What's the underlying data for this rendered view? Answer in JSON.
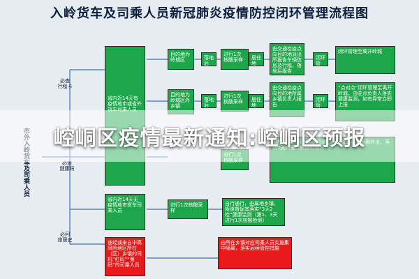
{
  "title": "入岭货车及司乘人员新冠肺炎疫情防控闭环管理流程图",
  "left_group_label": "市外入岭货车及司乘人员",
  "branch_labels": {
    "top": "必查\n行程卡",
    "mid": "必查\n健康码",
    "bottom": "必问\n旅居史"
  },
  "big_boxes": {
    "b1": "省内近14天有疫情地市或省外货车司乘人员",
    "b2": "省内近14天无疫情地市货车司乘人员",
    "b3": "途经或来自中高风险地区所在（区）乡镇的司机“红码”“黄码”的司乘人员"
  },
  "flow_rows": [
    {
      "a": "目的地为岭城区",
      "b": "落地后",
      "c": "进行1次核酸采样",
      "d": "居住地",
      "e": "由交通检疫点向目的地派出所报告车辆信息及行程，落地后报告",
      "f": "闭环管",
      "g": "闭环管理至离开岭城"
    },
    {
      "a": "目的地为岭城区外乡镇",
      "b": "落地后",
      "c": "进行1次核酸采样",
      "d": "居住地",
      "e": "由交通检疫点向目的地所属乡镇负责人报告",
      "f": "闭环管",
      "g": "“点对点”闭环管理至离开岭城，由驻点负责人落实健康监测，如有异常立即上报"
    },
    {
      "a": "",
      "b": "",
      "c": "进行1次核酸采样",
      "d": "",
      "e": "由所在社区落实健康监测，闭环管理期间不得外出，落地7天内进行核酸检测",
      "f": "",
      "g": ""
    }
  ],
  "row4": {
    "c": "进行1次核酸采样",
    "e": "自行通行，由属地乡镇、街道督促其落实“3天2检”健康监测（第1、3天进行1次核酸检测）"
  },
  "row5": {
    "e": "由所在乡镇对应司乘人员实施集中隔离，落实后续管控措施"
  },
  "banner": "崆峒区疫情最新通知:崆峒区预报"
}
